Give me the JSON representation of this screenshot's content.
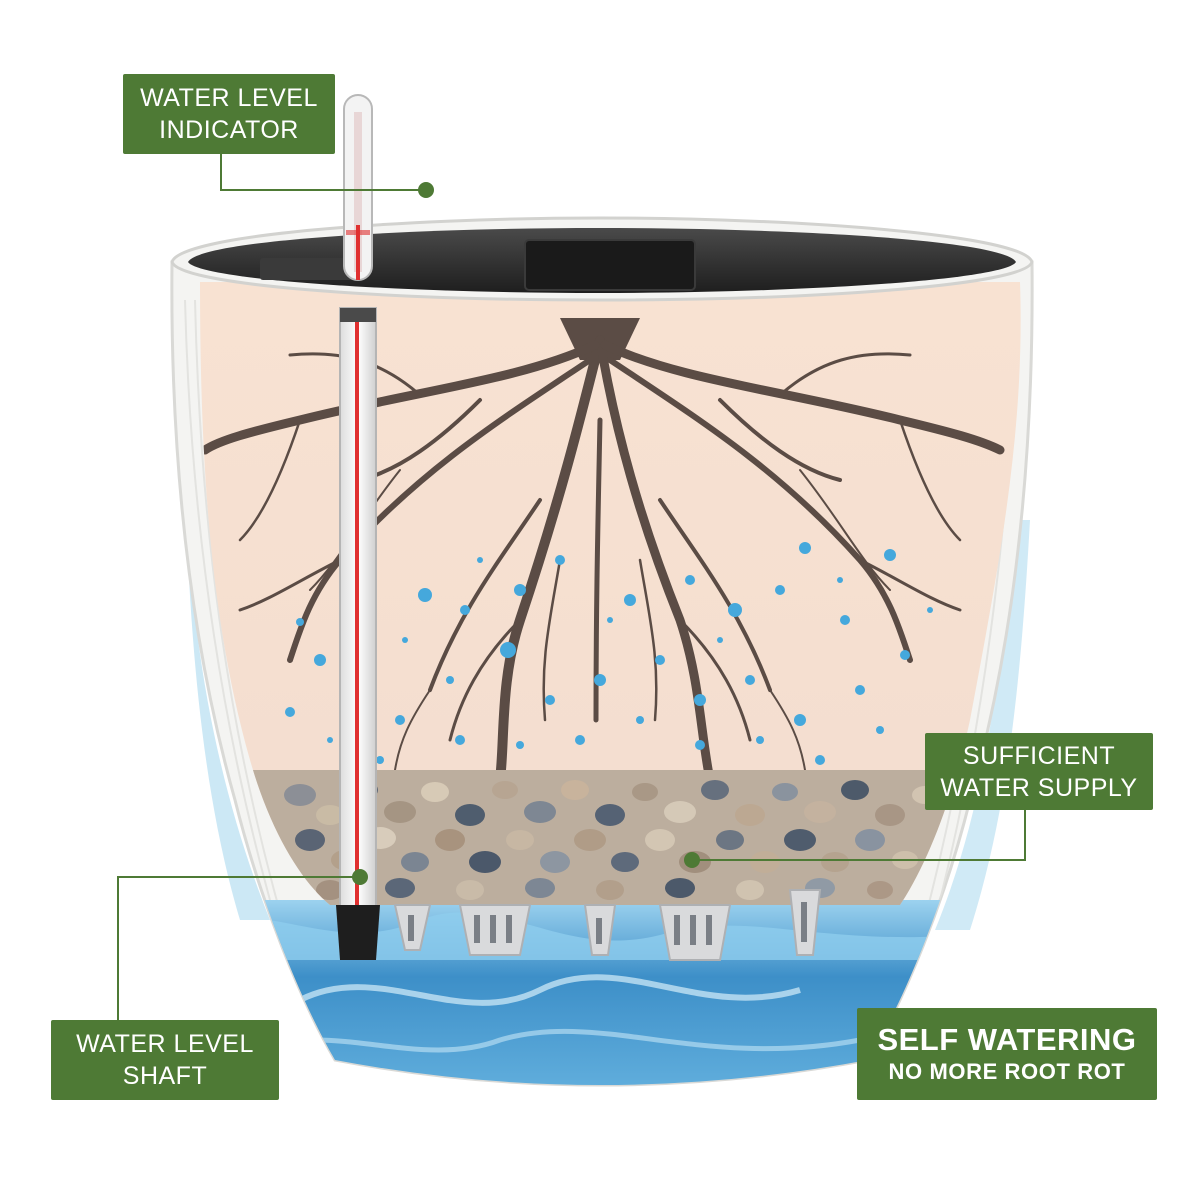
{
  "labels": {
    "water_level_indicator": {
      "line1": "WATER LEVEL",
      "line2": "INDICATOR"
    },
    "sufficient_water_supply": {
      "line1": "SUFFICIENT",
      "line2": "WATER SUPPLY"
    },
    "water_level_shaft": {
      "line1": "WATER LEVEL",
      "line2": "SHAFT"
    },
    "self_watering": {
      "headline": "SELF WATERING",
      "tagline": "NO MORE ROOT ROT"
    }
  },
  "colors": {
    "label_green": "#4e7a35",
    "label_text": "#ffffff",
    "soil_beige": "#f7e4d6",
    "root_brown": "#5b4c45",
    "water_blue": "#4d9fd1",
    "bubble_blue": "#45a8dc",
    "pot_white": "#f4f4f2",
    "inner_pot_black": "#2a2a2a",
    "indicator_red": "#e03030"
  },
  "icons": [
    "water-level-float-icon",
    "root-system-icon",
    "pebble-layer-icon",
    "water-reservoir-icon"
  ]
}
